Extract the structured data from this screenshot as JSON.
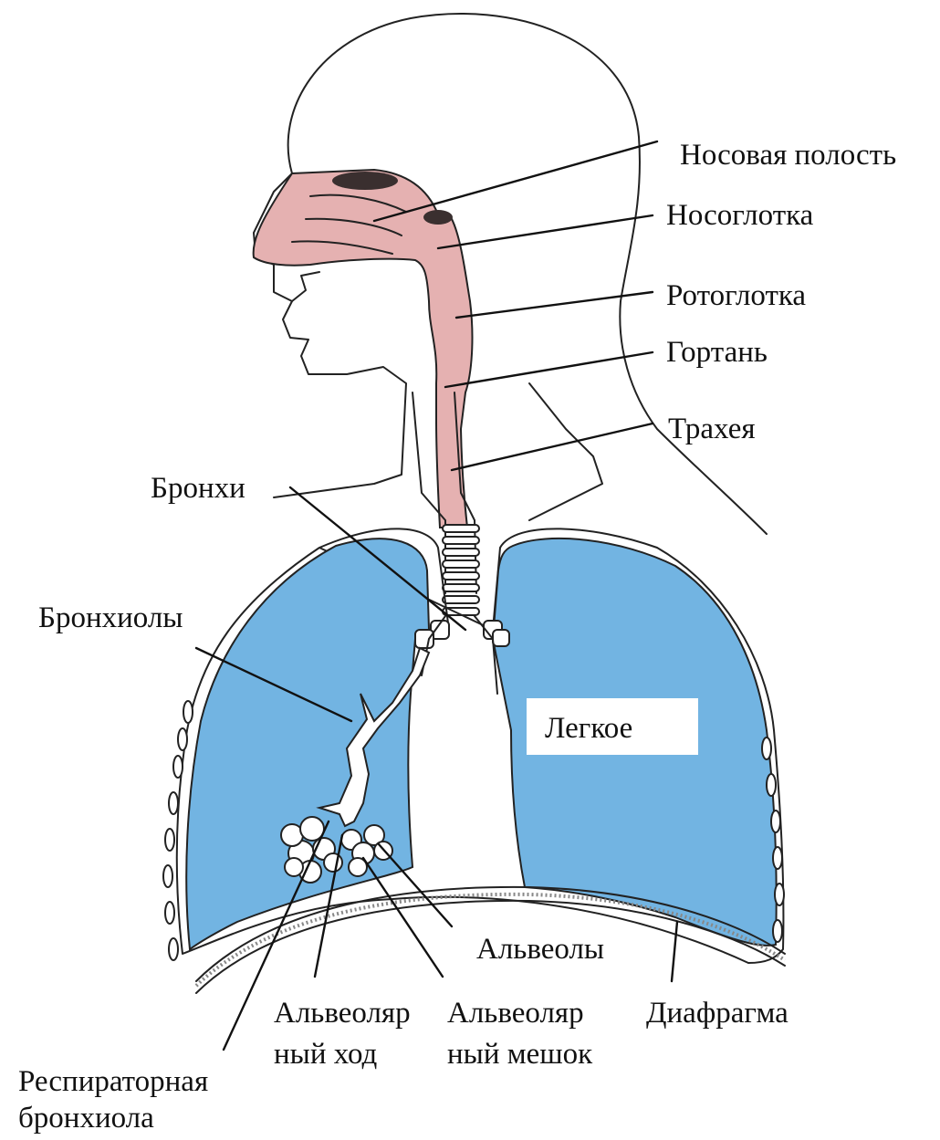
{
  "colors": {
    "airway": "#e5b1b1",
    "lung": "#72b4e2",
    "outline": "#222222",
    "background": "#ffffff"
  },
  "labels": {
    "nasal_cavity": "Носовая полость",
    "nasopharynx": "Носоглотка",
    "oropharynx": "Ротоглотка",
    "larynx": "Гортань",
    "trachea": "Трахея",
    "bronchi": "Бронхи",
    "bronchioles": "Бронхиолы",
    "lung": "Легкое",
    "alveoli": "Альвеолы",
    "alveolar_duct_1": "Альвеоляр",
    "alveolar_duct_2": "ный ход",
    "alveolar_sac_1": "Альвеоляр",
    "alveolar_sac_2": "ный мешок",
    "diaphragm": "Диафрагма",
    "respiratory_bronchiole_1": "Респираторная",
    "respiratory_bronchiole_2": "бронхиола"
  }
}
